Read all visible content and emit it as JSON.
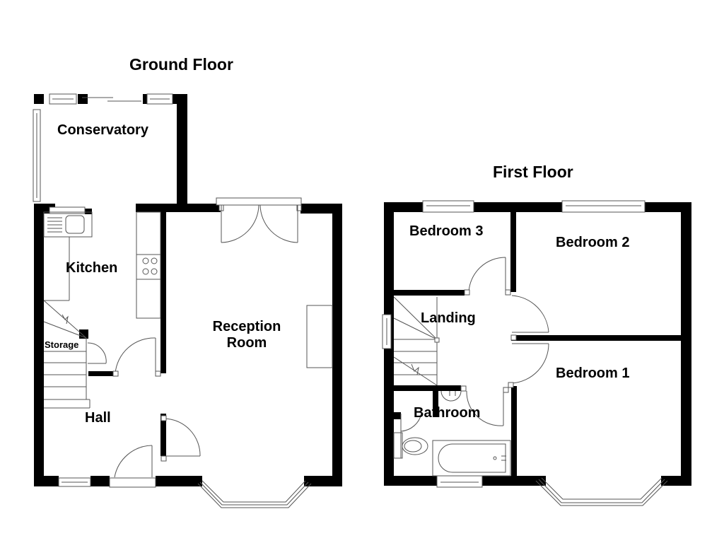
{
  "floors": {
    "ground": {
      "title": "Ground Floor",
      "rooms": {
        "conservatory": "Conservatory",
        "kitchen": "Kitchen",
        "storage": "Storage",
        "hall": "Hall",
        "reception_line1": "Reception",
        "reception_line2": "Room"
      }
    },
    "first": {
      "title": "First Floor",
      "rooms": {
        "bedroom3": "Bedroom 3",
        "bedroom2": "Bedroom 2",
        "landing": "Landing",
        "bedroom1": "Bedroom 1",
        "bathroom": "Bathroom"
      }
    }
  },
  "colors": {
    "wall": "#000000",
    "fixture_line": "#555555",
    "background": "#ffffff"
  }
}
